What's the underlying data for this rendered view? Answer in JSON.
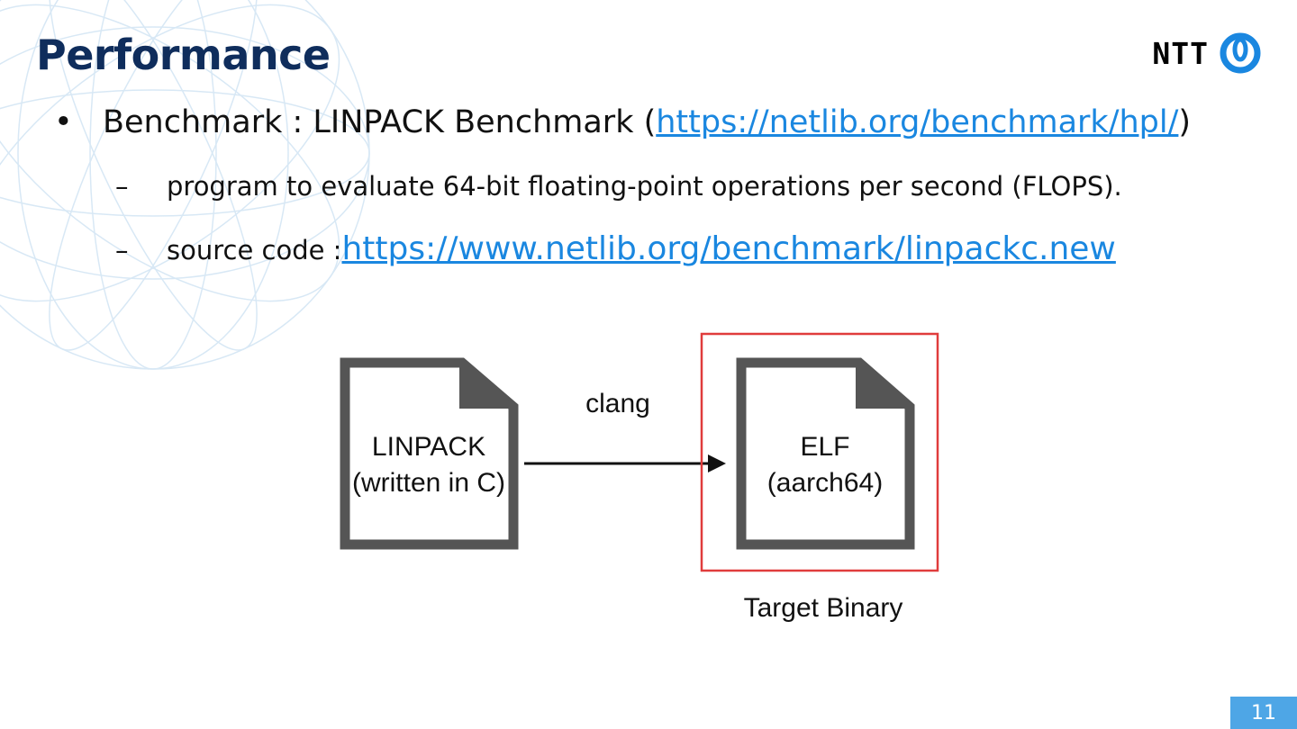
{
  "slide": {
    "title": "Performance",
    "logo_text": "NTT",
    "page_number": "11"
  },
  "bullets": [
    {
      "marker": "•",
      "text": "Benchmark : LINPACK Benchmark (",
      "link": "https://netlib.org/benchmark/hpl/",
      "suffix": ")"
    },
    {
      "marker": "–",
      "text": "program to evaluate 64-bit floating-point operations per second (FLOPS)."
    },
    {
      "marker": "–",
      "text": "source code : ",
      "link": "https://www.netlib.org/benchmark/linpackc.new"
    }
  ],
  "diagram": {
    "source_doc": {
      "line1": "LINPACK",
      "line2": "(written in C)"
    },
    "arrow_label": "clang",
    "target_doc": {
      "line1": "ELF",
      "line2": "(aarch64)"
    },
    "target_caption": "Target Binary"
  },
  "colors": {
    "title": "#0f2d5c",
    "link": "#1a87e0",
    "doc_border": "#555555",
    "highlight_box": "#e03c3c",
    "page_badge": "#4ea6e6"
  }
}
